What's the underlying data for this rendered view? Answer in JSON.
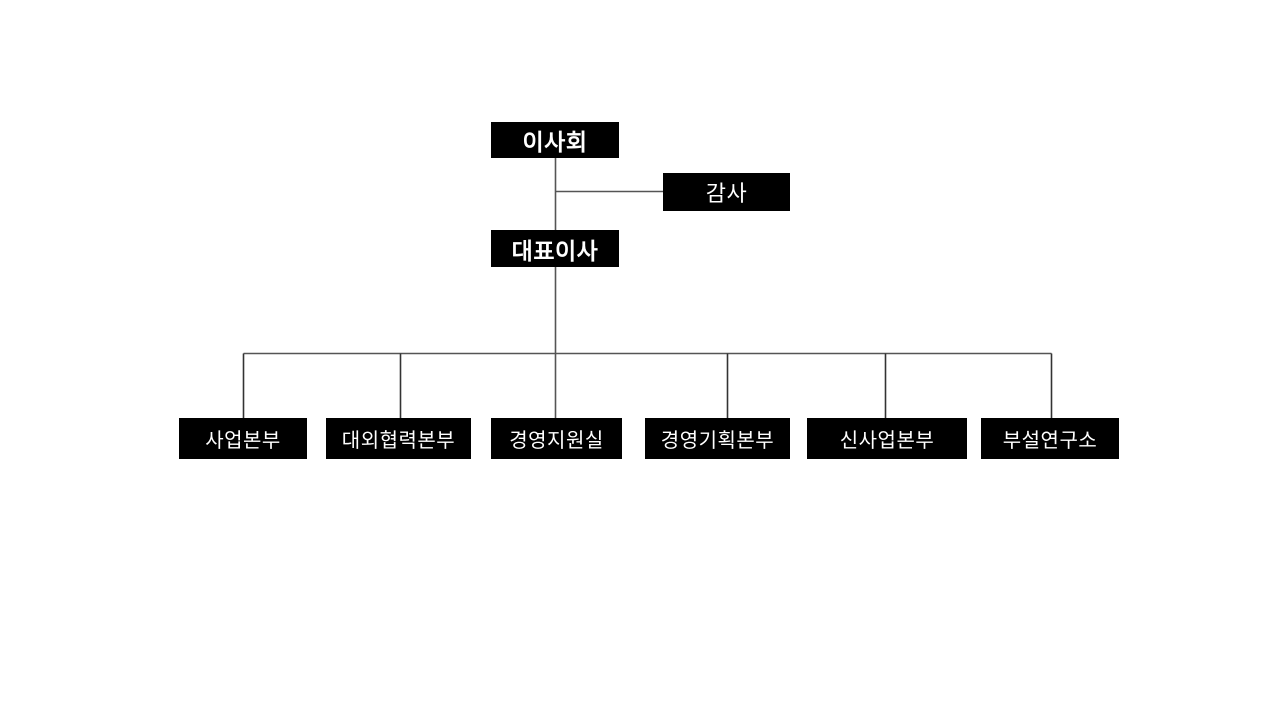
{
  "chart": {
    "type": "org-chart",
    "background_color": "#ffffff",
    "node_fill_color": "#000000",
    "node_text_color": "#ffffff",
    "connector_color": "#555555"
  },
  "nodes": {
    "board": {
      "label": "이사회",
      "level": "top"
    },
    "auditor": {
      "label": "감사",
      "level": "staff"
    },
    "ceo": {
      "label": "대표이사",
      "level": "executive"
    },
    "departments": [
      {
        "label": "사업본부"
      },
      {
        "label": "대외협력본부"
      },
      {
        "label": "경영지원실"
      },
      {
        "label": "경영기획본부"
      },
      {
        "label": "신사업본부"
      },
      {
        "label": "부설연구소"
      }
    ]
  }
}
